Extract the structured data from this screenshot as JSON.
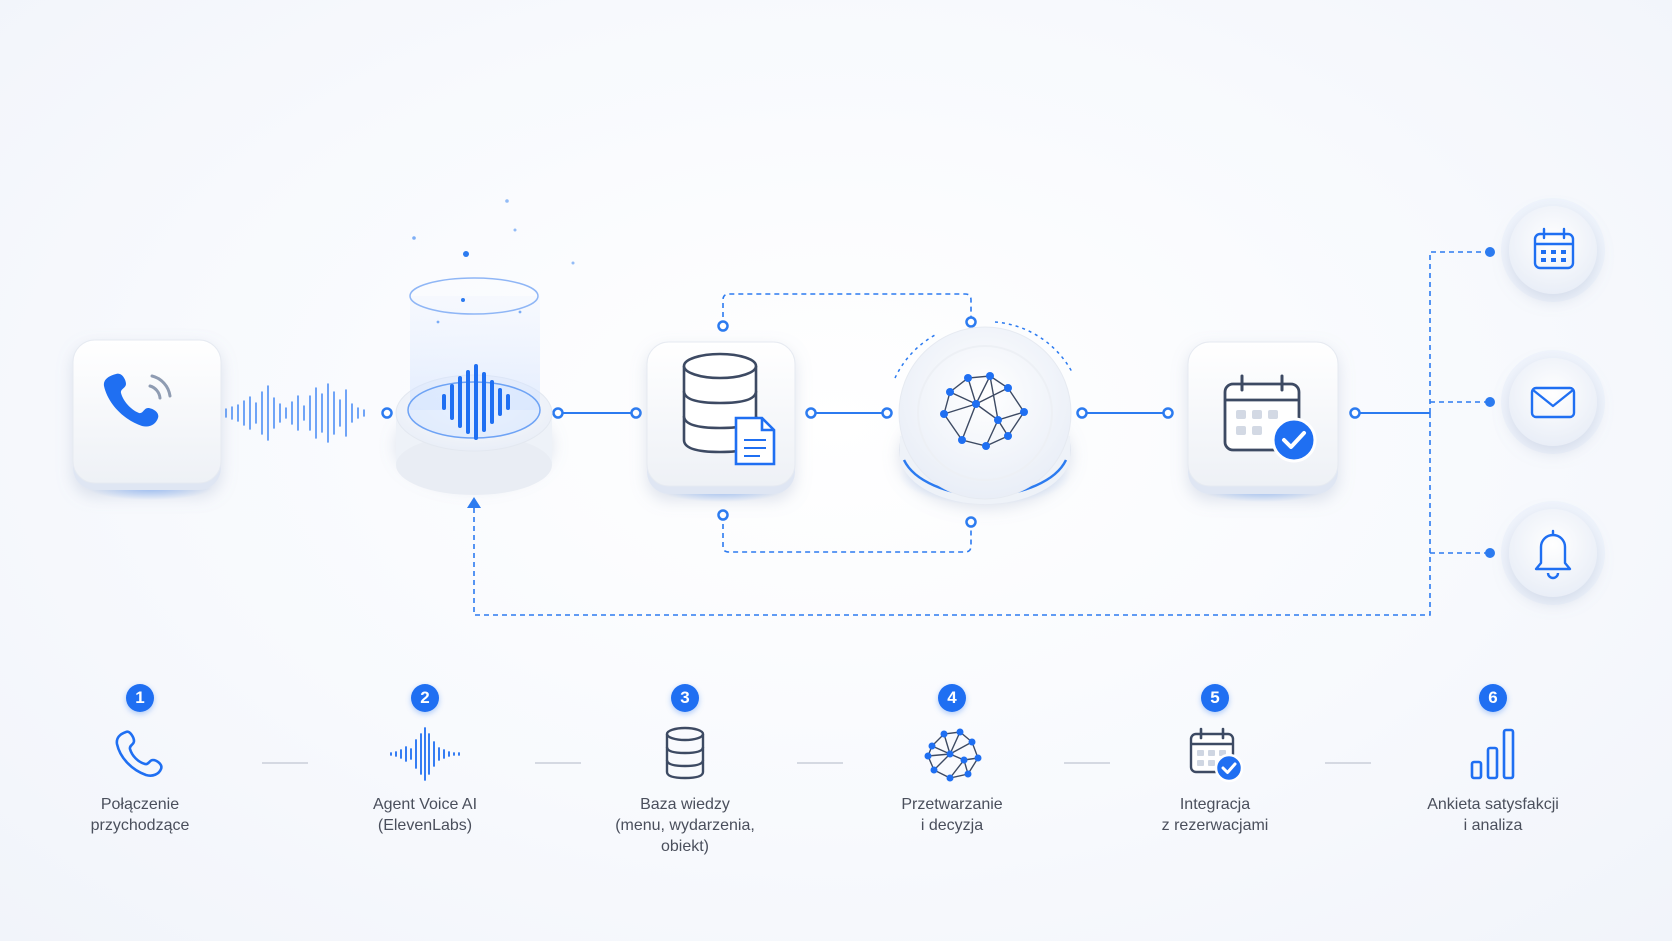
{
  "accent_color": "#1f6ff2",
  "pipeline_nodes": [
    {
      "name": "phone-node",
      "icon": "phone-ringing-icon"
    },
    {
      "name": "voice-ai-node",
      "icon": "sound-wave-icon"
    },
    {
      "name": "knowledge-base-node",
      "icon": "database-document-icon"
    },
    {
      "name": "processing-node",
      "icon": "neural-network-icon"
    },
    {
      "name": "booking-node",
      "icon": "calendar-check-icon"
    }
  ],
  "output_channels": [
    {
      "name": "calendar-output",
      "icon": "calendar-icon"
    },
    {
      "name": "email-output",
      "icon": "envelope-icon"
    },
    {
      "name": "notification-output",
      "icon": "bell-icon"
    }
  ],
  "steps": [
    {
      "number": "1",
      "icon": "phone-icon",
      "label_lines": [
        "Połączenie",
        "przychodzące"
      ]
    },
    {
      "number": "2",
      "icon": "sound-wave-icon",
      "label_lines": [
        "Agent Voice AI",
        "(ElevenLabs)"
      ]
    },
    {
      "number": "3",
      "icon": "database-icon",
      "label_lines": [
        "Baza wiedzy",
        "(menu, wydarzenia,",
        "obiekt)"
      ]
    },
    {
      "number": "4",
      "icon": "neural-network-icon",
      "label_lines": [
        "Przetwarzanie",
        "i decyzja"
      ]
    },
    {
      "number": "5",
      "icon": "calendar-check-icon",
      "label_lines": [
        "Integracja",
        "z rezerwacjami"
      ]
    },
    {
      "number": "6",
      "icon": "bar-chart-icon",
      "label_lines": [
        "Ankieta satysfakcji",
        "i analiza"
      ]
    }
  ]
}
